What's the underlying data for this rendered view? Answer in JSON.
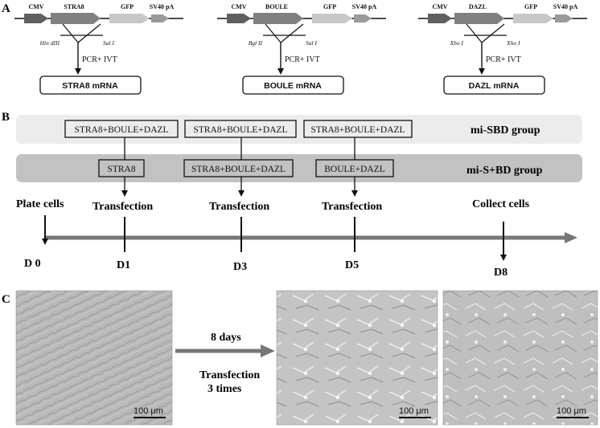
{
  "panels": {
    "A": {
      "label": "A"
    },
    "B": {
      "label": "B"
    },
    "C": {
      "label": "C"
    }
  },
  "constructs": [
    {
      "promoter": "CMV",
      "gene": "STRA8",
      "reporter": "GFP",
      "terminator": "SV40 pA",
      "site_left": "Hin dIII",
      "site_right": "Sal I",
      "process": "PCR+ IVT",
      "product": "STRA8 mRNA"
    },
    {
      "promoter": "CMV",
      "gene": "BOULE",
      "reporter": "GFP",
      "terminator": "SV40 pA",
      "site_left": "Bgl II",
      "site_right": "Sal I",
      "process": "PCR+ IVT",
      "product": "BOULE  mRNA"
    },
    {
      "promoter": "CMV",
      "gene": "DAZL",
      "reporter": "GFP",
      "terminator": "SV40 pA",
      "site_left": "Xho I",
      "site_right": "Xho I",
      "process": "PCR+ IVT",
      "product": "DAZL mRNA"
    }
  ],
  "groups": {
    "sbd": {
      "name": "mi-SBD group",
      "steps": [
        "STRA8+BOULE+DAZL",
        "STRA8+BOULE+DAZL",
        "STRA8+BOULE+DAZL"
      ]
    },
    "sbd2": {
      "name": "mi-S+BD group",
      "steps": [
        "STRA8",
        "STRA8+BOULE+DAZL",
        "BOULE+DAZL"
      ]
    }
  },
  "timeline": {
    "start_label": "Plate cells",
    "end_label": "Collect cells",
    "event_label": "Transfection",
    "days": [
      "D 0",
      "D1",
      "D3",
      "D5",
      "D8"
    ]
  },
  "micrographs": {
    "arrow_top": "8 days",
    "arrow_bottom_1": "Transfection",
    "arrow_bottom_2": "3 times",
    "scale_bar": "100 μm"
  },
  "colors": {
    "promoter": "#606060",
    "gene": "#808080",
    "reporter": "#c8c8c8",
    "terminator": "#9a9a9a",
    "band1": "#ececec",
    "band2": "#c2c2c2",
    "timeline": "#777777"
  }
}
